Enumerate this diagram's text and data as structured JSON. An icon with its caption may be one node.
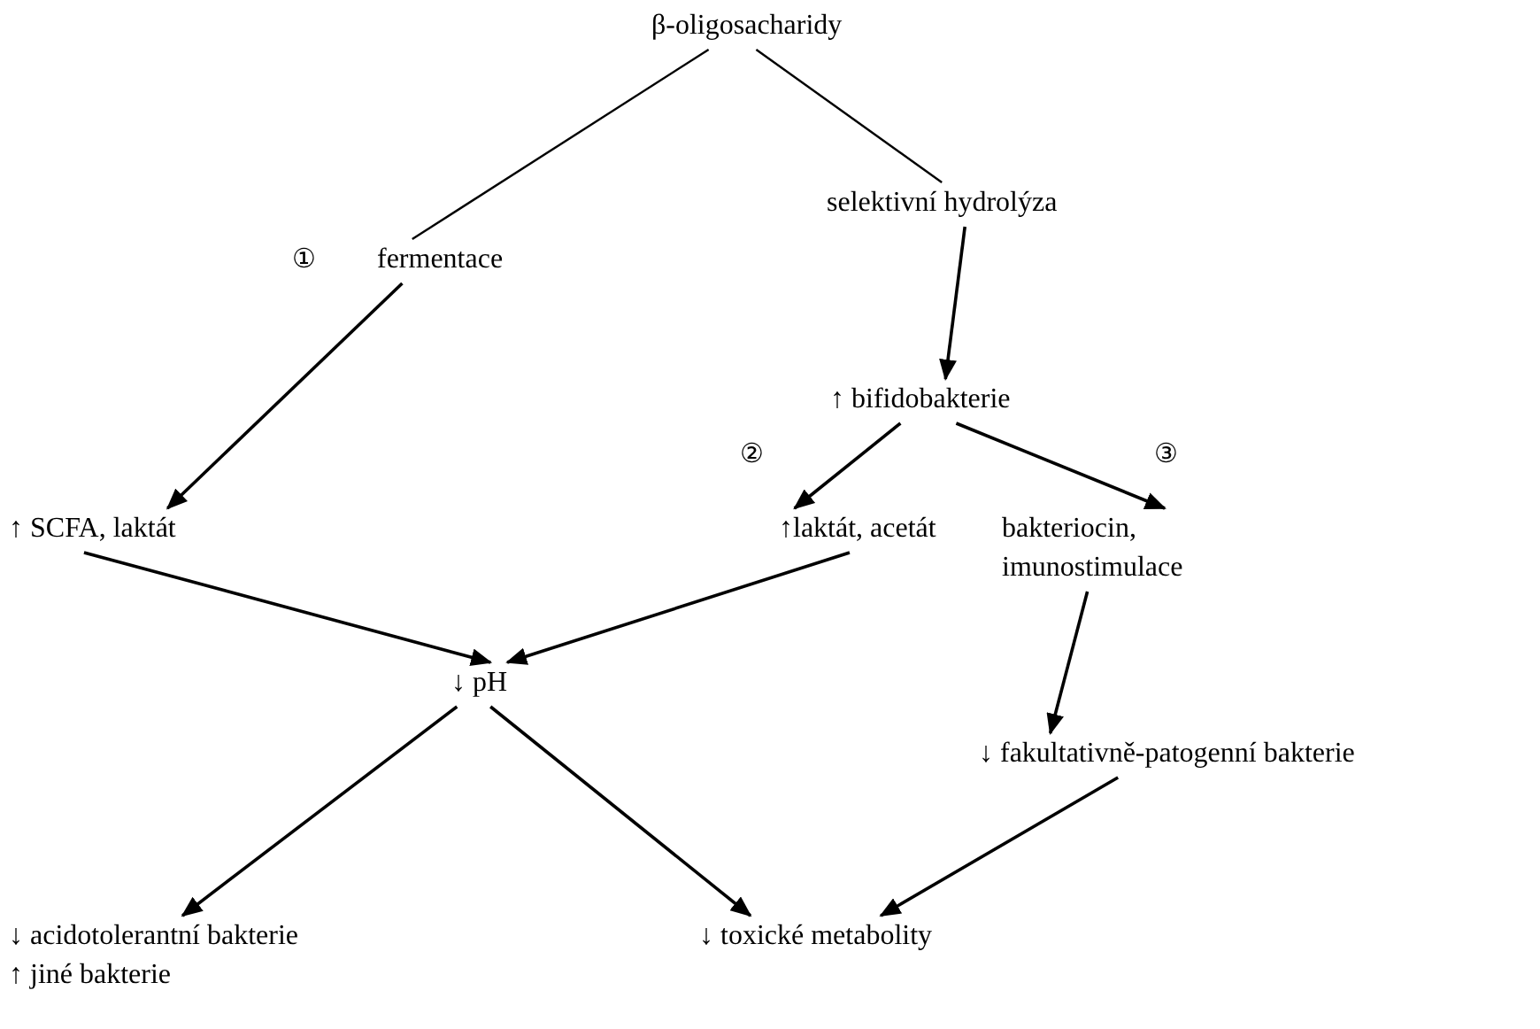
{
  "diagram": {
    "nodes": [
      {
        "text": [
          "β-oligosacharidy"
        ]
      },
      {
        "text": [
          "fermentace"
        ]
      },
      {
        "text": [
          "selektivní hydrolýza"
        ]
      },
      {
        "text": [
          "↑ bifidobakterie"
        ]
      },
      {
        "text": [
          "↑ SCFA, laktát"
        ]
      },
      {
        "text": [
          "↑laktát, acetát"
        ]
      },
      {
        "text": [
          "bakteriocin, imunostimulace"
        ]
      },
      {
        "text": [
          "↓ pH"
        ]
      },
      {
        "text": [
          "↓ fakultativně-patogenní bakterie"
        ]
      },
      {
        "text": [
          "↓ acidotolerantní bakterie",
          "↑ jiné bakterie"
        ]
      },
      {
        "text": [
          "↓ toxické metabolity"
        ]
      }
    ],
    "edges": [
      {
        "from": 0,
        "to": 1,
        "arrow": "none"
      },
      {
        "from": 0,
        "to": 2,
        "arrow": "none"
      },
      {
        "from": 2,
        "to": 3,
        "arrow": "to"
      },
      {
        "from": 1,
        "to": 4,
        "arrow": "to"
      },
      {
        "from": 3,
        "to": 5,
        "arrow": "to"
      },
      {
        "from": 3,
        "to": 6,
        "arrow": "to"
      },
      {
        "from": 4,
        "to": 7,
        "arrow": "to"
      },
      {
        "from": 5,
        "to": 7,
        "arrow": "to"
      },
      {
        "from": 6,
        "to": 8,
        "arrow": "to"
      },
      {
        "from": 7,
        "to": 9,
        "arrow": "to"
      },
      {
        "from": 7,
        "to": 10,
        "arrow": "to"
      },
      {
        "from": 8,
        "to": 10,
        "arrow": "to"
      }
    ],
    "labels": [
      "①",
      "②",
      "③"
    ]
  }
}
